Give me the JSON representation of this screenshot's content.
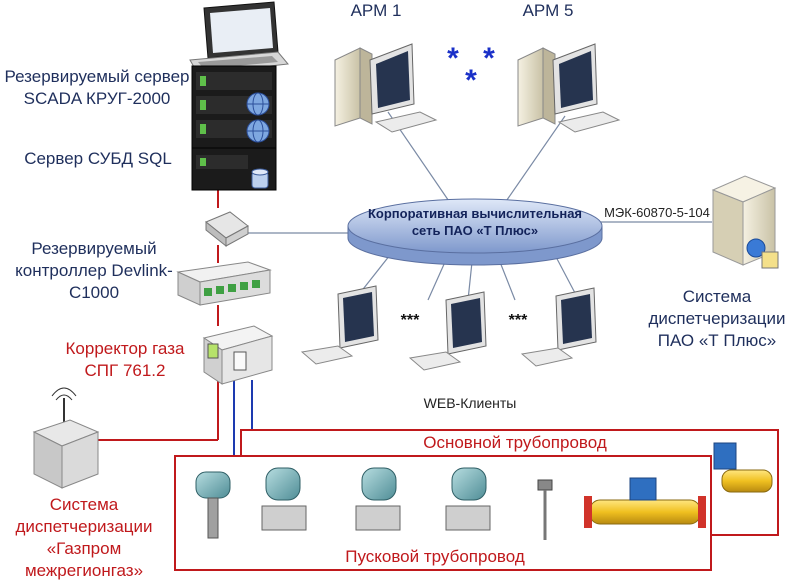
{
  "labels": {
    "scada": "Резервируемый сервер SCADA КРУГ-2000",
    "dbms": "Сервер СУБД SQL",
    "controller": "Резервируемый контроллер Devlink-C1000",
    "corrector": "Корректор газа СПГ 761.2",
    "gazprom": "Система диспетчеризации «Газпром межрегионгаз»",
    "network": "Корпоративная вычислительная сеть ПАО «Т Плюс»",
    "protocol": "МЭК-60870-5-104",
    "tplus_system": "Система диспетчеризации ПАО «Т Плюс»",
    "arm1": "АРМ 1",
    "arm5": "АРМ 5",
    "arm_dots": "* * *",
    "web_dots": "***",
    "web_clients": "WEB-Клиенты",
    "main_pipe": "Основной трубопровод",
    "start_pipe": "Пусковой трубопровод"
  },
  "colors": {
    "navy_text": "#1f2f5c",
    "red_text": "#c0191c",
    "frame": "#c0191c",
    "network_fill": "#a9bfe6"
  }
}
